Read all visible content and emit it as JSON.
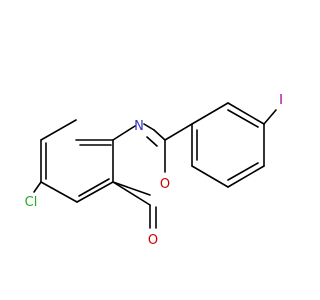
{
  "molecule": {
    "atoms": {
      "nitrogen": {
        "label": "N",
        "color": "#3333cc"
      },
      "ring_oxygen": {
        "label": "O",
        "color": "#cc0000"
      },
      "carbonyl_oxygen": {
        "label": "O",
        "color": "#cc0000"
      },
      "chlorine": {
        "label": "Cl",
        "color": "#22aa22"
      },
      "iodine": {
        "label": "I",
        "color": "#990099"
      }
    },
    "bond_color": "#000000"
  }
}
